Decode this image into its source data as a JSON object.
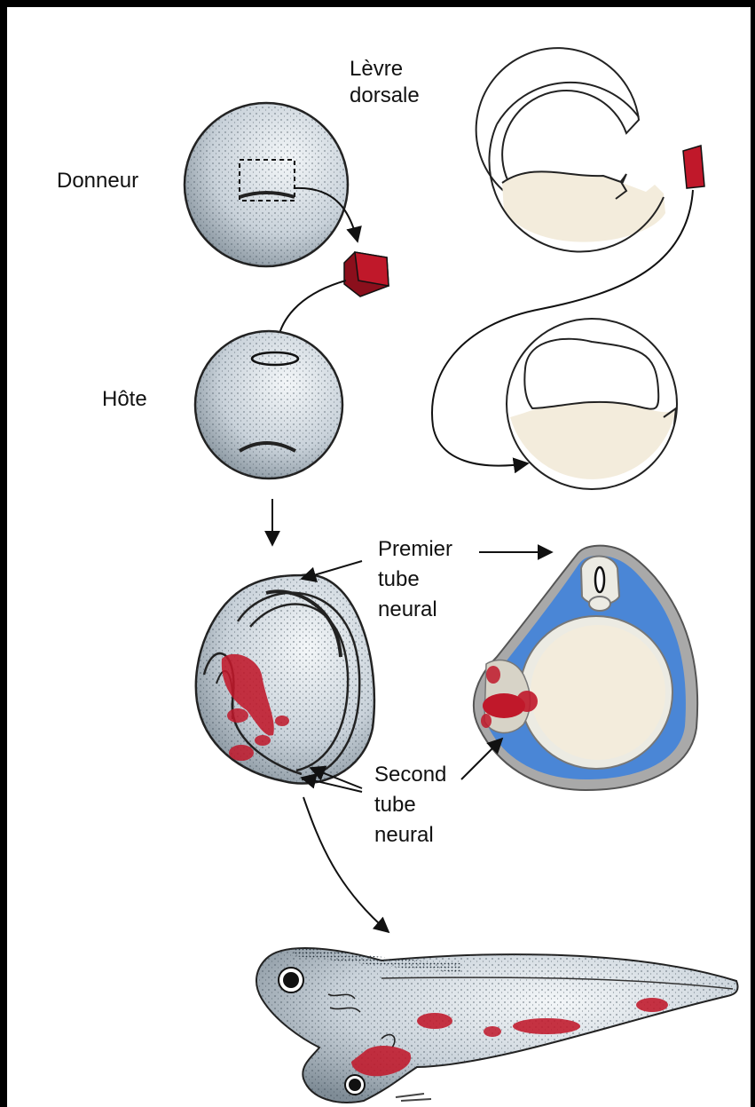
{
  "labels": {
    "levre_line1": "Lèvre",
    "levre_line2": "dorsale",
    "donneur": "Donneur",
    "hote": "Hôte",
    "premier_line1": "Premier",
    "premier_line2": "tube",
    "premier_line3": "neural",
    "second_line1": "Second",
    "second_line2": "tube",
    "second_line3": "neural"
  },
  "colors": {
    "graft_red": "#c0182a",
    "neural_blue": "#4a86d6",
    "yolk_cream": "#f3ecdc",
    "outline": "#1a1a1a",
    "embryo_fill": "#e4e9ee"
  }
}
